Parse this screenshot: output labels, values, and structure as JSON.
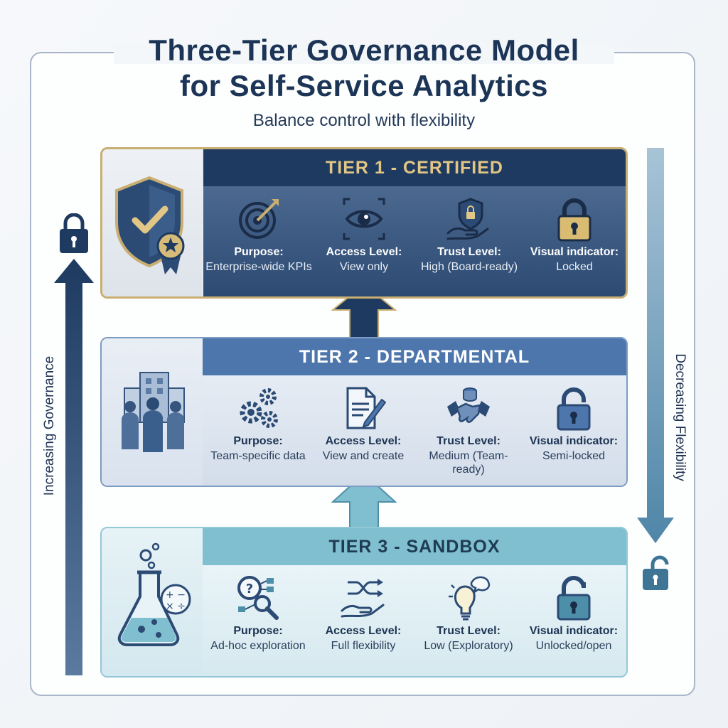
{
  "title": {
    "line1": "Three-Tier Governance Model",
    "line2": "for Self-Service Analytics"
  },
  "subtitle": "Balance control with flexibility",
  "colors": {
    "navy": "#1e3a60",
    "gold": "#e2c685",
    "mid_blue": "#4d76ad",
    "teal": "#7fbfcf"
  },
  "side": {
    "left_label": "Increasing Governance",
    "right_label": "Decreasing Flexibility"
  },
  "tiers": [
    {
      "header": "TIER 1 - CERTIFIED",
      "badge_icon": "shield-check-icon",
      "columns": [
        {
          "icon": "target-icon",
          "key": "Purpose:",
          "value": "Enterprise-wide KPIs"
        },
        {
          "icon": "eye-icon",
          "key": "Access Level:",
          "value": "View only"
        },
        {
          "icon": "hand-shield-icon",
          "key": "Trust Level:",
          "value": "High (Board-ready)"
        },
        {
          "icon": "lock-closed-icon",
          "key": "Visual indicator:",
          "value": "Locked"
        }
      ]
    },
    {
      "header": "TIER 2 - DEPARTMENTAL",
      "badge_icon": "team-building-icon",
      "columns": [
        {
          "icon": "gears-icon",
          "key": "Purpose:",
          "value": "Team-specific data"
        },
        {
          "icon": "document-edit-icon",
          "key": "Access Level:",
          "value": "View and create"
        },
        {
          "icon": "handshake-icon",
          "key": "Trust Level:",
          "value": "Medium (Team-ready)"
        },
        {
          "icon": "lock-semi-icon",
          "key": "Visual indicator:",
          "value": "Semi-locked"
        }
      ]
    },
    {
      "header": "TIER 3 - SANDBOX",
      "badge_icon": "flask-icon",
      "columns": [
        {
          "icon": "search-question-icon",
          "key": "Purpose:",
          "value": "Ad-hoc exploration"
        },
        {
          "icon": "shuffle-hand-icon",
          "key": "Access Level:",
          "value": "Full flexibility"
        },
        {
          "icon": "lightbulb-icon",
          "key": "Trust Level:",
          "value": "Low (Exploratory)"
        },
        {
          "icon": "lock-open-icon",
          "key": "Visual indicator:",
          "value": "Unlocked/open"
        }
      ]
    }
  ]
}
